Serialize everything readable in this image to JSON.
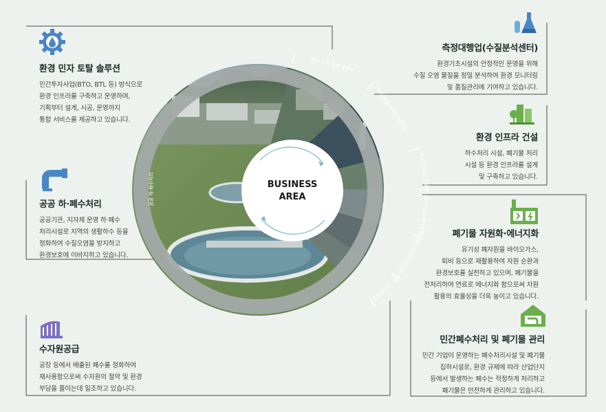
{
  "center": {
    "line1": "BUSINESS",
    "line2": "AREA"
  },
  "segments": [
    {
      "id": "total",
      "label": "환경 민자 토탈 솔루션"
    },
    {
      "id": "measure",
      "label": "측정대행업(수질분석센터)"
    },
    {
      "id": "infra",
      "label": "환경 인프라 건설"
    },
    {
      "id": "waste_energy",
      "label": "폐기물 자원화·에너지화"
    },
    {
      "id": "private_waste",
      "label": "민간폐수처리 및 폐기물 관리"
    },
    {
      "id": "water_resource",
      "label": "수자원공급"
    },
    {
      "id": "public",
      "label": "공공 하·폐수처리"
    }
  ],
  "blocks": {
    "total": {
      "title": "환경 민자 토탈 솔루션",
      "desc": "민간투자사업(BTO, BTL 등) 방식으로\n환경 인프라를 구축하고 운영하며,\n기획부터 설계, 시공, 운영까지\n통합 서비스를 제공하고 있습니다."
    },
    "public": {
      "title": "공공 하·폐수처리",
      "desc": "공공기관, 지자체 운영 하·폐수\n처리시설로 지역의 생활하수 등을\n정화하여 수질오염을 방지하고\n환경보호에 이바지하고 있습니다."
    },
    "water_resource": {
      "title": "수자원공급",
      "desc": "공장 등에서 배출된 폐수를 정화하여\n재사용함으로써 수자원의 절약 및 환경\n부담을 줄이는데 일조하고 있습니다."
    },
    "measure": {
      "title": "측정대행업(수질분석센터)",
      "desc": "환경기초시설의 안정적인 운영을 위해\n수질 오염 물질을 정밀 분석하여 환경 모니터링\n및 품질관리에 기여하고 있습니다."
    },
    "infra": {
      "title": "환경 인프라 건설",
      "desc": "하수처리 시설, 폐기물 처리\n시설 등 환경 인프라를 설계\n및 구축하고 있습니다."
    },
    "waste_energy": {
      "title": "폐기물 자원화·에너지화",
      "desc": "유기성 폐자원을 바이오가스,\n퇴비 등으로 재활용하여 자원 순환과\n환경보호를 실천하고 있으며, 폐기물을\n전처리하여 연료로 에너지화 함으로써 자원\n활용의 효율성을 더욱 높이고 있습니다."
    },
    "private_waste": {
      "title": "민간폐수처리 및 폐기물 관리",
      "desc": "민간 기업이 운영하는 폐수처리시설 및 폐기물\n집하시설로, 환경 규제에 따라 산업단지\n등에서 발생하는 폐수는 적정하게 처리하고\n폐기물은 안전하게 관리하고 있습니다."
    }
  },
  "colors": {
    "accent_blue": "#4a86c5",
    "accent_green": "#6ab04c",
    "ring_gray": "#a3aaa8",
    "center_arrow": "#7fb6c4"
  },
  "icons": {
    "total": "gear-water-drop-icon",
    "public": "water-pipe-icon",
    "water_resource": "water-channel-icon",
    "measure": "lab-flask-icon",
    "infra": "green-city-icon",
    "waste_energy": "recycle-factory-icon",
    "private_waste": "house-waste-pipe-icon"
  }
}
